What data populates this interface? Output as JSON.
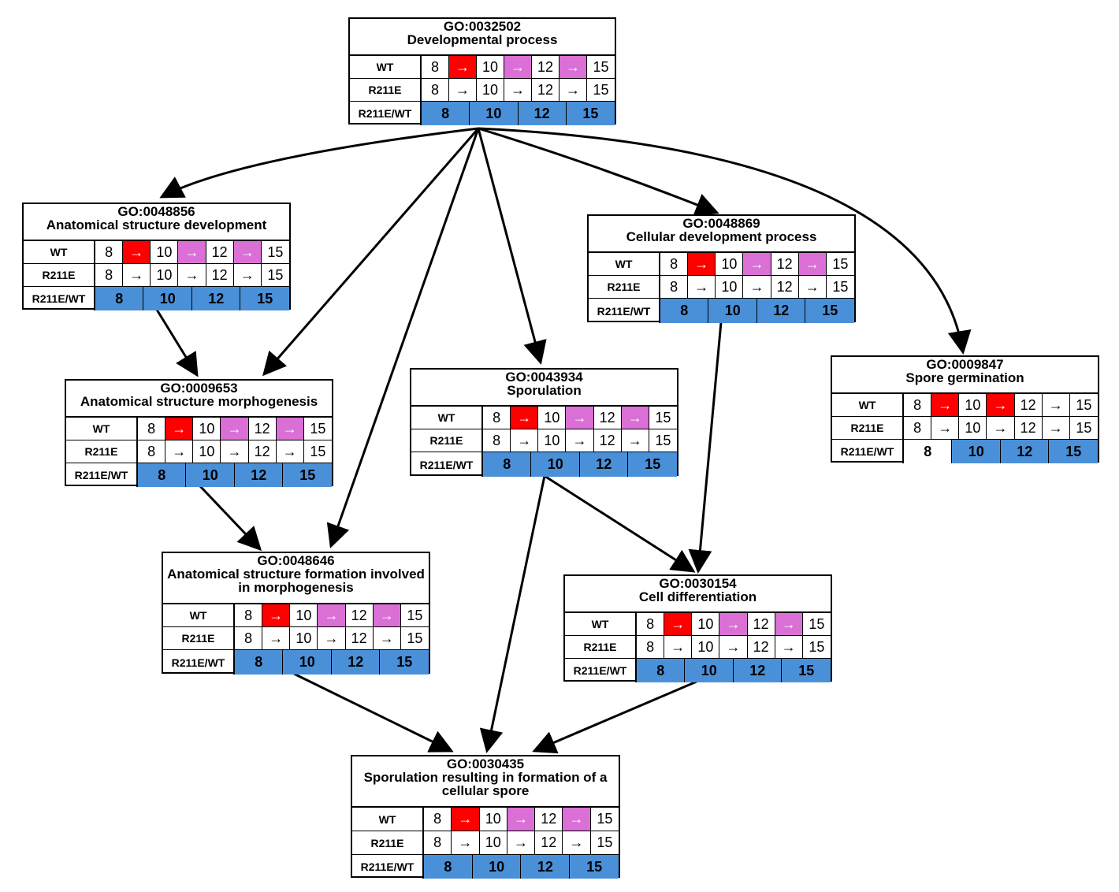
{
  "colors": {
    "red": "#ff0000",
    "magenta": "#da70d6",
    "blue": "#4a90d9",
    "white": "#ffffff"
  },
  "row_labels": {
    "wt": "WT",
    "mut": "R211E",
    "ratio": "R211E/WT"
  },
  "arrow_glyph": "→",
  "nodes": [
    {
      "key": "n32502",
      "id": "GO:0032502",
      "name": "Developmental process",
      "wt": [
        "8",
        "→",
        "10",
        "→",
        "12",
        "→",
        "15"
      ],
      "wt_colors": [
        "white",
        "red",
        "white",
        "magenta",
        "white",
        "magenta",
        "white"
      ],
      "mut": [
        "8",
        "→",
        "10",
        "→",
        "12",
        "→",
        "15"
      ],
      "ratio": [
        "8",
        "10",
        "12",
        "15"
      ],
      "ratio_colors": [
        "blue",
        "blue",
        "blue",
        "blue"
      ]
    },
    {
      "key": "n48856",
      "id": "GO:0048856",
      "name": "Anatomical structure development",
      "wt": [
        "8",
        "→",
        "10",
        "→",
        "12",
        "→",
        "15"
      ],
      "wt_colors": [
        "white",
        "red",
        "white",
        "magenta",
        "white",
        "magenta",
        "white"
      ],
      "mut": [
        "8",
        "→",
        "10",
        "→",
        "12",
        "→",
        "15"
      ],
      "ratio": [
        "8",
        "10",
        "12",
        "15"
      ],
      "ratio_colors": [
        "blue",
        "blue",
        "blue",
        "blue"
      ]
    },
    {
      "key": "n48869",
      "id": "GO:0048869",
      "name": "Cellular development process",
      "wt": [
        "8",
        "→",
        "10",
        "→",
        "12",
        "→",
        "15"
      ],
      "wt_colors": [
        "white",
        "red",
        "white",
        "magenta",
        "white",
        "magenta",
        "white"
      ],
      "mut": [
        "8",
        "→",
        "10",
        "→",
        "12",
        "→",
        "15"
      ],
      "ratio": [
        "8",
        "10",
        "12",
        "15"
      ],
      "ratio_colors": [
        "blue",
        "blue",
        "blue",
        "blue"
      ]
    },
    {
      "key": "n09847",
      "id": "GO:0009847",
      "name": "Spore germination",
      "wt": [
        "8",
        "→",
        "10",
        "→",
        "12",
        "→",
        "15"
      ],
      "wt_colors": [
        "white",
        "red",
        "white",
        "red",
        "white",
        "white",
        "white"
      ],
      "mut": [
        "8",
        "→",
        "10",
        "→",
        "12",
        "→",
        "15"
      ],
      "ratio": [
        "8",
        "10",
        "12",
        "15"
      ],
      "ratio_colors": [
        "white",
        "blue",
        "blue",
        "blue"
      ]
    },
    {
      "key": "n09653",
      "id": "GO:0009653",
      "name": "Anatomical structure morphogenesis",
      "wt": [
        "8",
        "→",
        "10",
        "→",
        "12",
        "→",
        "15"
      ],
      "wt_colors": [
        "white",
        "red",
        "white",
        "magenta",
        "white",
        "magenta",
        "white"
      ],
      "mut": [
        "8",
        "→",
        "10",
        "→",
        "12",
        "→",
        "15"
      ],
      "ratio": [
        "8",
        "10",
        "12",
        "15"
      ],
      "ratio_colors": [
        "blue",
        "blue",
        "blue",
        "blue"
      ]
    },
    {
      "key": "n43934",
      "id": "GO:0043934",
      "name": "Sporulation",
      "wt": [
        "8",
        "→",
        "10",
        "→",
        "12",
        "→",
        "15"
      ],
      "wt_colors": [
        "white",
        "red",
        "white",
        "magenta",
        "white",
        "magenta",
        "white"
      ],
      "mut": [
        "8",
        "→",
        "10",
        "→",
        "12",
        "→",
        "15"
      ],
      "ratio": [
        "8",
        "10",
        "12",
        "15"
      ],
      "ratio_colors": [
        "blue",
        "blue",
        "blue",
        "blue"
      ]
    },
    {
      "key": "n48646",
      "id": "GO:0048646",
      "name": "Anatomical structure formation involved in morphogenesis",
      "wt": [
        "8",
        "→",
        "10",
        "→",
        "12",
        "→",
        "15"
      ],
      "wt_colors": [
        "white",
        "red",
        "white",
        "magenta",
        "white",
        "magenta",
        "white"
      ],
      "mut": [
        "8",
        "→",
        "10",
        "→",
        "12",
        "→",
        "15"
      ],
      "ratio": [
        "8",
        "10",
        "12",
        "15"
      ],
      "ratio_colors": [
        "blue",
        "blue",
        "blue",
        "blue"
      ]
    },
    {
      "key": "n30154",
      "id": "GO:0030154",
      "name": "Cell differentiation",
      "wt": [
        "8",
        "→",
        "10",
        "→",
        "12",
        "→",
        "15"
      ],
      "wt_colors": [
        "white",
        "red",
        "white",
        "magenta",
        "white",
        "magenta",
        "white"
      ],
      "mut": [
        "8",
        "→",
        "10",
        "→",
        "12",
        "→",
        "15"
      ],
      "ratio": [
        "8",
        "10",
        "12",
        "15"
      ],
      "ratio_colors": [
        "blue",
        "blue",
        "blue",
        "blue"
      ]
    },
    {
      "key": "n30435",
      "id": "GO:0030435",
      "name": "Sporulation resulting in formation of a cellular spore",
      "wt": [
        "8",
        "→",
        "10",
        "→",
        "12",
        "→",
        "15"
      ],
      "wt_colors": [
        "white",
        "red",
        "white",
        "magenta",
        "white",
        "magenta",
        "white"
      ],
      "mut": [
        "8",
        "→",
        "10",
        "→",
        "12",
        "→",
        "15"
      ],
      "ratio": [
        "8",
        "10",
        "12",
        "15"
      ],
      "ratio_colors": [
        "blue",
        "blue",
        "blue",
        "blue"
      ]
    }
  ],
  "edges": [
    {
      "from": "n32502",
      "to": "n48856"
    },
    {
      "from": "n32502",
      "to": "n09653"
    },
    {
      "from": "n32502",
      "to": "n48646"
    },
    {
      "from": "n32502",
      "to": "n43934"
    },
    {
      "from": "n32502",
      "to": "n48869"
    },
    {
      "from": "n32502",
      "to": "n09847"
    },
    {
      "from": "n48856",
      "to": "n09653"
    },
    {
      "from": "n09653",
      "to": "n48646"
    },
    {
      "from": "n43934",
      "to": "n30154"
    },
    {
      "from": "n43934",
      "to": "n30435"
    },
    {
      "from": "n48869",
      "to": "n30154"
    },
    {
      "from": "n48646",
      "to": "n30435"
    },
    {
      "from": "n30154",
      "to": "n30435"
    }
  ]
}
